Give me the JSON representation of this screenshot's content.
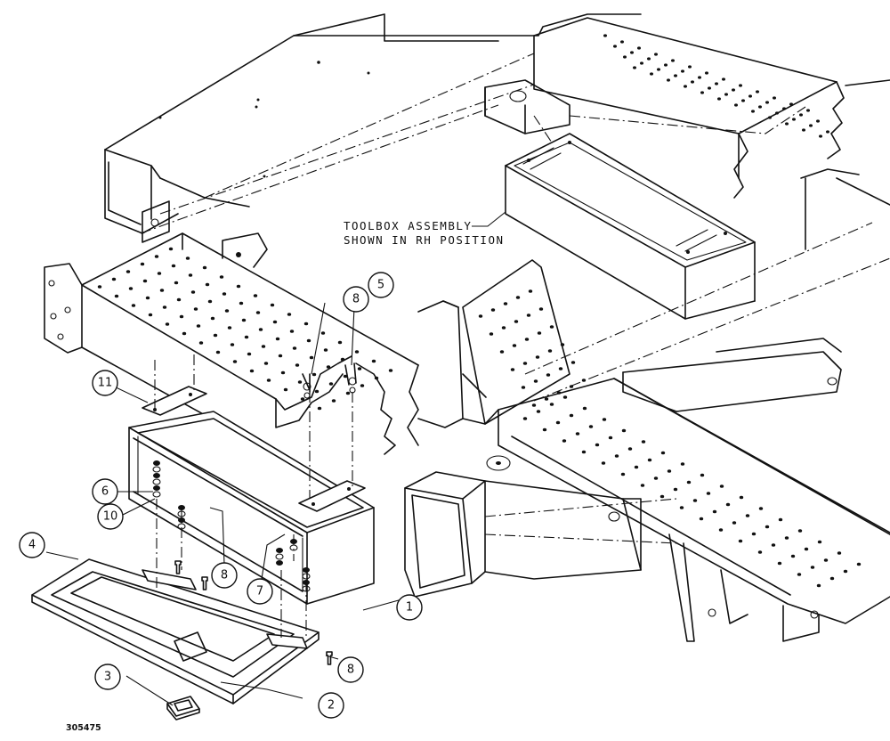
{
  "note": {
    "line1": "TOOLBOX ASSEMBLY",
    "line2": "SHOWN IN RH POSITION"
  },
  "figure_number": "305475",
  "callouts": [
    {
      "id": "c1",
      "label": "1"
    },
    {
      "id": "c2",
      "label": "2"
    },
    {
      "id": "c3",
      "label": "3"
    },
    {
      "id": "c4",
      "label": "4"
    },
    {
      "id": "c5",
      "label": "5"
    },
    {
      "id": "c6",
      "label": "6"
    },
    {
      "id": "c7",
      "label": "7"
    },
    {
      "id": "c8a",
      "label": "8"
    },
    {
      "id": "c8b",
      "label": "8"
    },
    {
      "id": "c8c",
      "label": "8"
    },
    {
      "id": "c10",
      "label": "10"
    },
    {
      "id": "c11",
      "label": "11"
    }
  ]
}
